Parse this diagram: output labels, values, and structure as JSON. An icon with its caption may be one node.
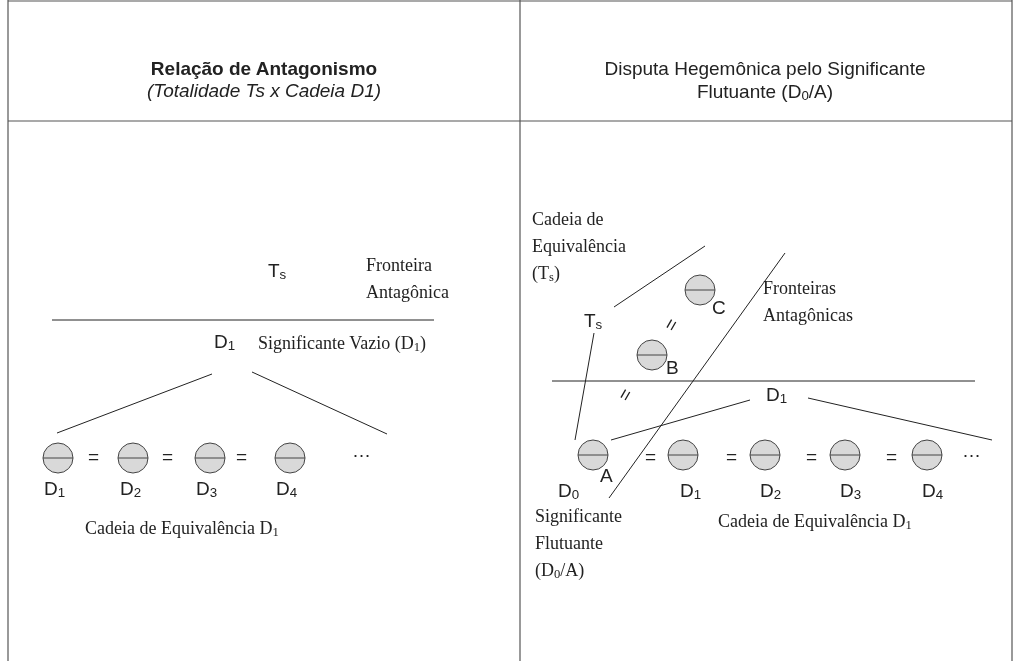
{
  "diagram": {
    "labels": [
      "Relação de Antagonismo",
      "(Totalidade Ts x Cadeia D1)",
      "Disputa Hegemônica pelo Significante Flutuante (D$_{0}$/A)",
      "T$_{s}$",
      "Fronteira Antagônica",
      "D$_{1}$",
      "Significante Vazio (D$_{1}$)",
      "=",
      "=",
      "=",
      "…",
      "D$_{1}$",
      "D$_{2}$",
      "D$_{3}$",
      "D$_{4}$",
      "Cadeia de Equivalência D$_{1}$",
      "Cadeia de Equivalência (T$_{s}$)",
      "Fronteiras Antagônicas",
      "C",
      "T$_{s}$",
      "=",
      "B",
      "=",
      "D$_{1}$",
      "A",
      "=",
      "=",
      "=",
      "=",
      "…",
      "D$_{0}$",
      "D$_{1}$",
      "D$_{2}$",
      "D$_{3}$",
      "D$_{4}$",
      "Significante Flutuante (D$_{0}$/A)",
      "Cadeia de Equivalência D$_{1}$"
    ]
  }
}
